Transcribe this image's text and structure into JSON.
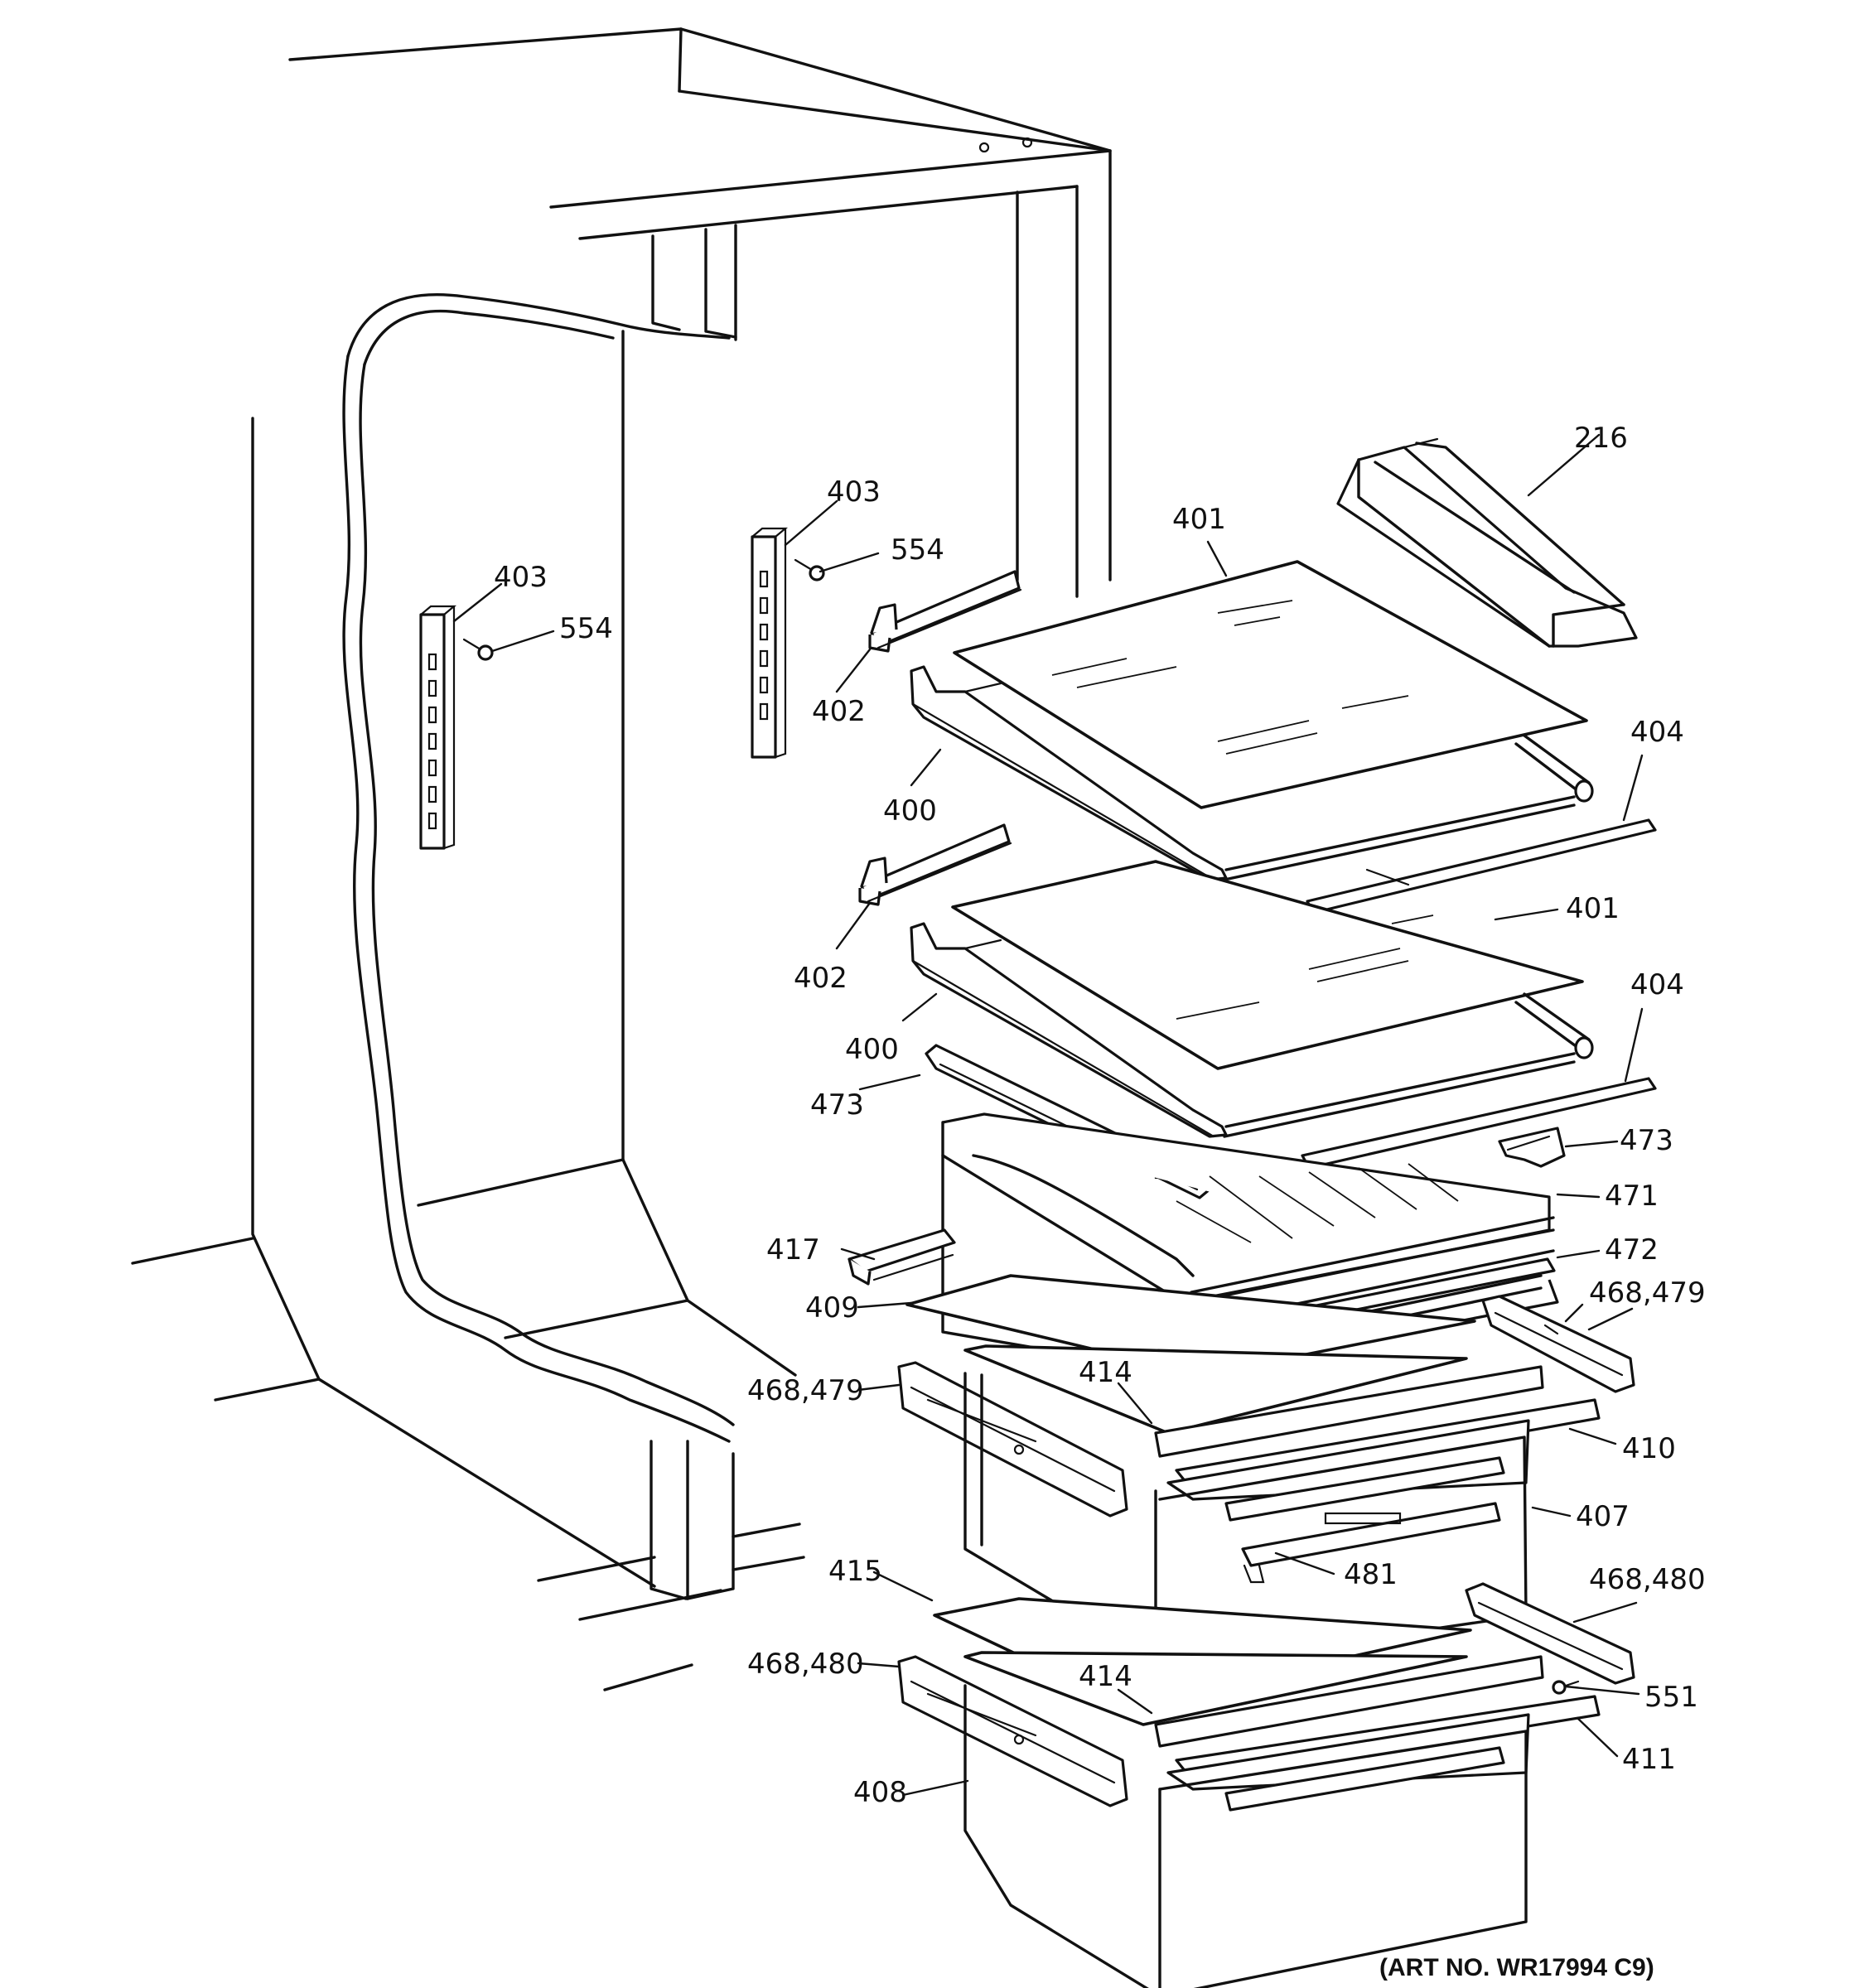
{
  "diagram": {
    "art_number": "(ART NO. WR17994 C9)",
    "callouts": {
      "c216": "216",
      "c401a": "401",
      "c401b": "401",
      "c403a": "403",
      "c403b": "403",
      "c554a": "554",
      "c554b": "554",
      "c402a": "402",
      "c402b": "402",
      "c400a": "400",
      "c400b": "400",
      "c404a": "404",
      "c404b": "404",
      "c473a": "473",
      "c473b": "473",
      "c471": "471",
      "c472": "472",
      "c417": "417",
      "c409": "409",
      "c468_479a": "468,479",
      "c468_479b": "468,479",
      "c414a": "414",
      "c414b": "414",
      "c410": "410",
      "c407": "407",
      "c481": "481",
      "c415": "415",
      "c468_480a": "468,480",
      "c468_480b": "468,480",
      "c551": "551",
      "c411": "411",
      "c408": "408"
    }
  }
}
